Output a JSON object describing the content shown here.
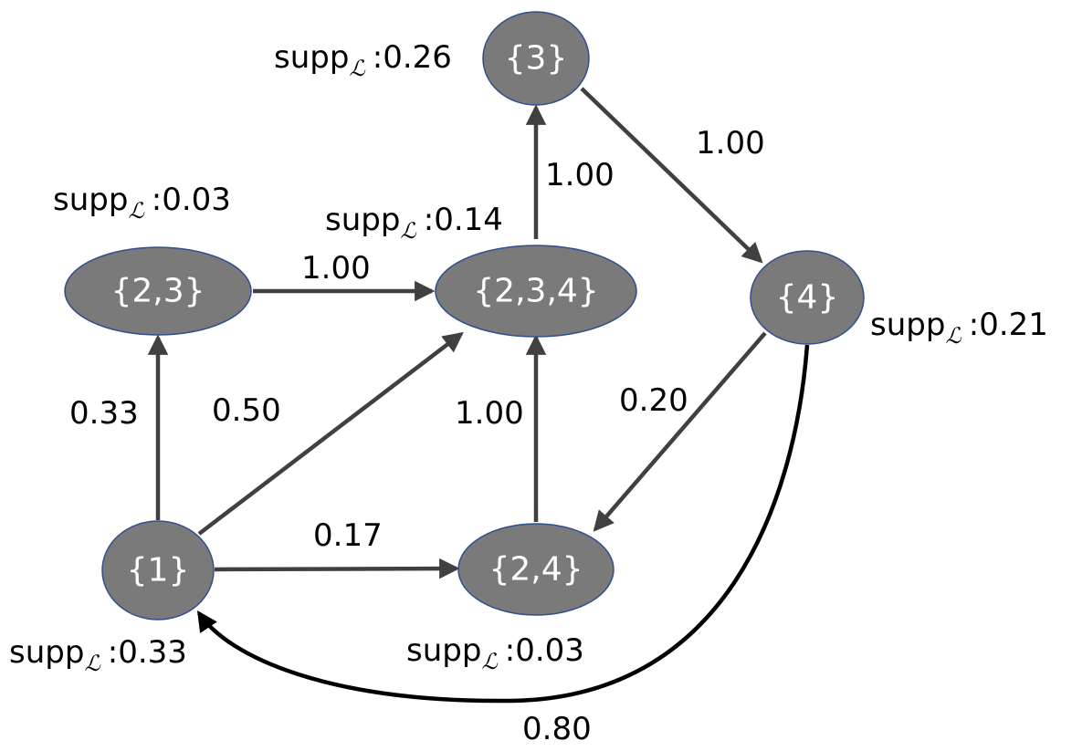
{
  "diagram": {
    "nodes": [
      {
        "id": "n3",
        "label": "{3}",
        "support": "0.26"
      },
      {
        "id": "n23",
        "label": "{2,3}",
        "support": "0.03"
      },
      {
        "id": "n234",
        "label": "{2,3,4}",
        "support": "0.14"
      },
      {
        "id": "n4",
        "label": "{4}",
        "support": "0.21"
      },
      {
        "id": "n1",
        "label": "{1}",
        "support": "0.33"
      },
      {
        "id": "n24",
        "label": "{2,4}",
        "support": "0.03"
      }
    ],
    "edges": [
      {
        "from": "n3",
        "to": "n4",
        "weight": "1.00"
      },
      {
        "from": "n234",
        "to": "n3",
        "weight": "1.00"
      },
      {
        "from": "n23",
        "to": "n234",
        "weight": "1.00"
      },
      {
        "from": "n1",
        "to": "n23",
        "weight": "0.33"
      },
      {
        "from": "n1",
        "to": "n234",
        "weight": "0.50"
      },
      {
        "from": "n24",
        "to": "n234",
        "weight": "1.00"
      },
      {
        "from": "n4",
        "to": "n24",
        "weight": "0.20"
      },
      {
        "from": "n1",
        "to": "n24",
        "weight": "0.17"
      },
      {
        "from": "n4",
        "to": "n1",
        "weight": "0.80"
      }
    ],
    "support_prefix": "supp",
    "support_subscript": "ℒ",
    "support_separator": ":"
  },
  "colors": {
    "node_fill": "#7a7a7a",
    "node_stroke": "#2f4f8f",
    "edge": "#404040",
    "curved_edge": "#000000",
    "text": "#000000"
  }
}
